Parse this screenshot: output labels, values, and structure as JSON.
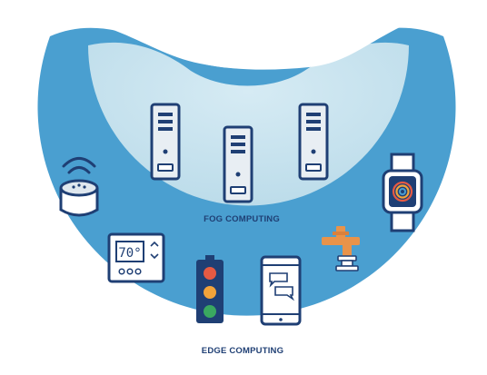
{
  "labels": {
    "fog": "FOG COMPUTING",
    "edge": "EDGE COMPUTING"
  },
  "thermostat": {
    "reading": "70°"
  },
  "colors": {
    "edge_fill": "#4a9fd0",
    "fog_fill": "#c9e3ef",
    "outline": "#1f3f74",
    "device_fill": "#ffffff",
    "server_fill": "#e8eef3",
    "faucet": "#e8934a",
    "light_red": "#e65a43",
    "light_amber": "#f2a33a",
    "light_green": "#3aa860"
  },
  "icons": {
    "servers": [
      "server-icon",
      "server-icon",
      "server-icon"
    ],
    "edge_devices": [
      "smart-speaker-icon",
      "thermostat-icon",
      "traffic-light-icon",
      "smartphone-icon",
      "faucet-icon",
      "smartwatch-icon"
    ]
  }
}
